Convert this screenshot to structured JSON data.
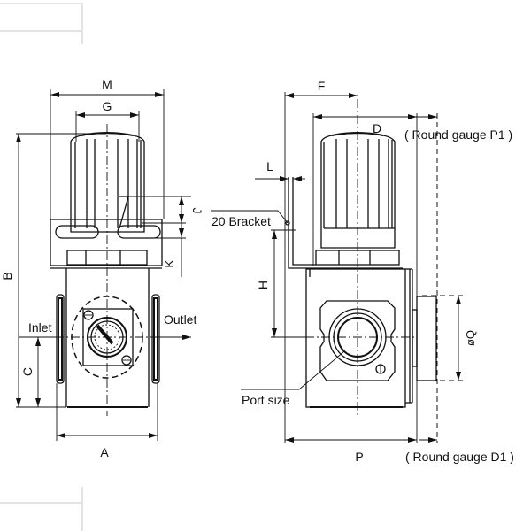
{
  "drawing": {
    "colors": {
      "line": "#111111",
      "background": "#ffffff",
      "frame": "#e3e3e3"
    },
    "front_view": {
      "dimensions": {
        "M": "M",
        "G": "G",
        "B": "B",
        "J": "J",
        "K": "K",
        "C": "C",
        "A": "A"
      },
      "labels": {
        "inlet": "Inlet",
        "outlet": "Outlet"
      }
    },
    "side_view": {
      "dimensions": {
        "F": "F",
        "D": "D",
        "L": "L",
        "H": "H",
        "Q": "øQ",
        "P": "P"
      },
      "labels": {
        "bracket": "20 Bracket",
        "port_size": "Port size",
        "round_gauge_p1": "( Round gauge P1 )",
        "round_gauge_d1": "( Round gauge D1 )"
      }
    }
  }
}
